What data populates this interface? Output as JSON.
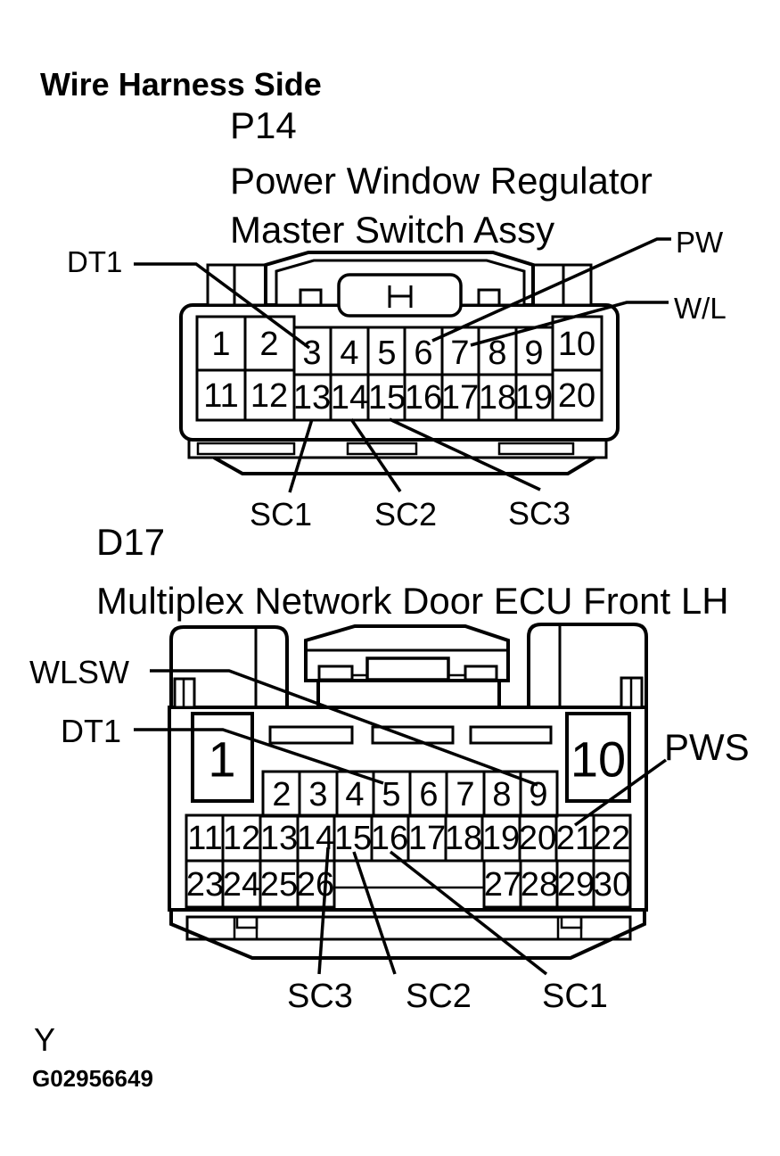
{
  "header": {
    "title": "Wire Harness Side"
  },
  "connectors": [
    {
      "id": "P14",
      "name_lines": [
        "Power Window Regulator",
        "Master Switch Assy"
      ],
      "pins_row1": [
        "1",
        "2",
        "3",
        "4",
        "5",
        "6",
        "7",
        "8",
        "9",
        "10"
      ],
      "pins_row2": [
        "11",
        "12",
        "13",
        "14",
        "15",
        "16",
        "17",
        "18",
        "19",
        "20"
      ],
      "labels": {
        "dt1": "DT1",
        "pw": "PW",
        "wl": "W/L",
        "sc1": "SC1",
        "sc2": "SC2",
        "sc3": "SC3"
      }
    },
    {
      "id": "D17",
      "name_lines": [
        "Multiplex Network Door ECU Front LH"
      ],
      "pin1": "1",
      "pin10": "10",
      "pins_mid": [
        "2",
        "3",
        "4",
        "5",
        "6",
        "7",
        "8",
        "9"
      ],
      "pins_row2": [
        "11",
        "12",
        "13",
        "14",
        "15",
        "16",
        "17",
        "18",
        "19",
        "20",
        "21",
        "22"
      ],
      "pins_row3_left": [
        "23",
        "24",
        "25",
        "26"
      ],
      "pins_row3_right": [
        "27",
        "28",
        "29",
        "30"
      ],
      "labels": {
        "wlsw": "WLSW",
        "dt1": "DT1",
        "pws": "PWS",
        "sc1": "SC1",
        "sc2": "SC2",
        "sc3": "SC3"
      }
    }
  ],
  "footer": {
    "y_label": "Y",
    "figure_id": "G02956649"
  },
  "colors": {
    "ink": "#000000",
    "paper": "#ffffff"
  }
}
